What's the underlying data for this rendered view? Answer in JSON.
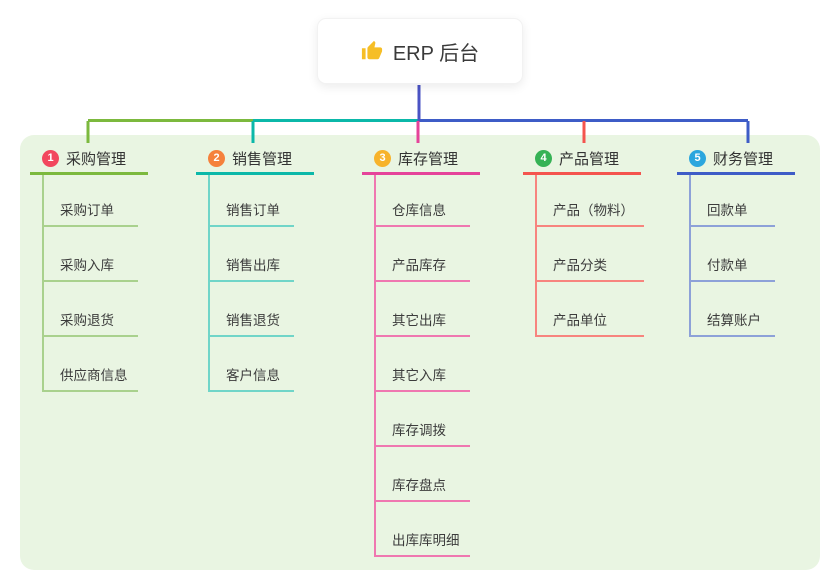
{
  "root": {
    "title": "ERP 后台",
    "icon": "thumbs-up",
    "connector_color": "#4a53c4"
  },
  "canvas": {
    "panel_background": "#e9f5e2",
    "page_background": "#ffffff",
    "card_background": "#ffffff",
    "text_color": "#333333",
    "icon_color": "#f6be26"
  },
  "branches": [
    {
      "number": "1",
      "label": "采购管理",
      "badge_color": "#f2475e",
      "line_color": "#7cb93e",
      "child_line_color": "#a9d18d",
      "children": [
        "采购订单",
        "采购入库",
        "采购退货",
        "供应商信息"
      ]
    },
    {
      "number": "2",
      "label": "销售管理",
      "badge_color": "#f5813c",
      "line_color": "#0bb8a9",
      "child_line_color": "#70d5c8",
      "children": [
        "销售订单",
        "销售出库",
        "销售退货",
        "客户信息"
      ]
    },
    {
      "number": "3",
      "label": "库存管理",
      "badge_color": "#f7b32b",
      "line_color": "#e5439a",
      "child_line_color": "#ef77b0",
      "children": [
        "仓库信息",
        "产品库存",
        "其它出库",
        "其它入库",
        "库存调拨",
        "库存盘点",
        "出库库明细"
      ]
    },
    {
      "number": "4",
      "label": "产品管理",
      "badge_color": "#36b255",
      "line_color": "#f4544e",
      "child_line_color": "#f7847e",
      "children": [
        "产品（物料）",
        "产品分类",
        "产品单位"
      ]
    },
    {
      "number": "5",
      "label": "财务管理",
      "badge_color": "#2ba6de",
      "line_color": "#3e5cc7",
      "child_line_color": "#8da1d8",
      "children": [
        "回款单",
        "付款单",
        "结算账户"
      ]
    }
  ]
}
